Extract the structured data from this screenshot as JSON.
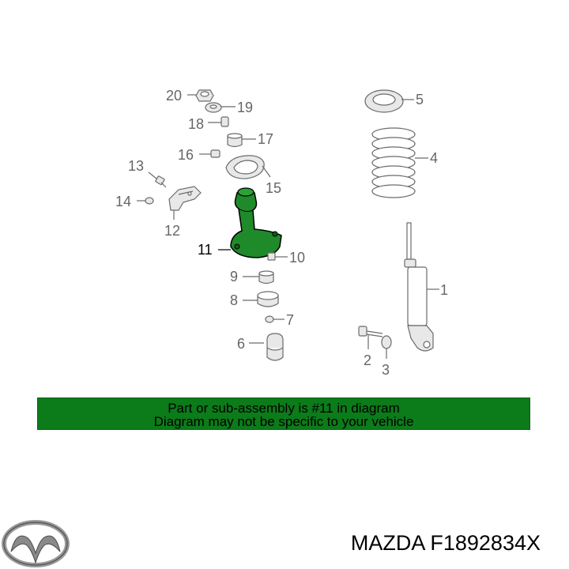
{
  "callouts": {
    "c1": "1",
    "c2": "2",
    "c3": "3",
    "c4": "4",
    "c5": "5",
    "c6": "6",
    "c7": "7",
    "c8": "8",
    "c9": "9",
    "c10": "10",
    "c11": "11",
    "c12": "12",
    "c13": "13",
    "c14": "14",
    "c15": "15",
    "c16": "16",
    "c17": "17",
    "c18": "18",
    "c19": "19",
    "c20": "20"
  },
  "banner": {
    "line1": "Part or sub-assembly is #11 in diagram",
    "line2": "Diagram may not be specific to your vehicle"
  },
  "footer": {
    "part_number": "MAZDA F1892834X"
  },
  "colors": {
    "banner_bg": "#0c7b1a",
    "highlight_part": "#1f8a2a"
  },
  "icons": {
    "brand": "mazda-logo-icon"
  }
}
